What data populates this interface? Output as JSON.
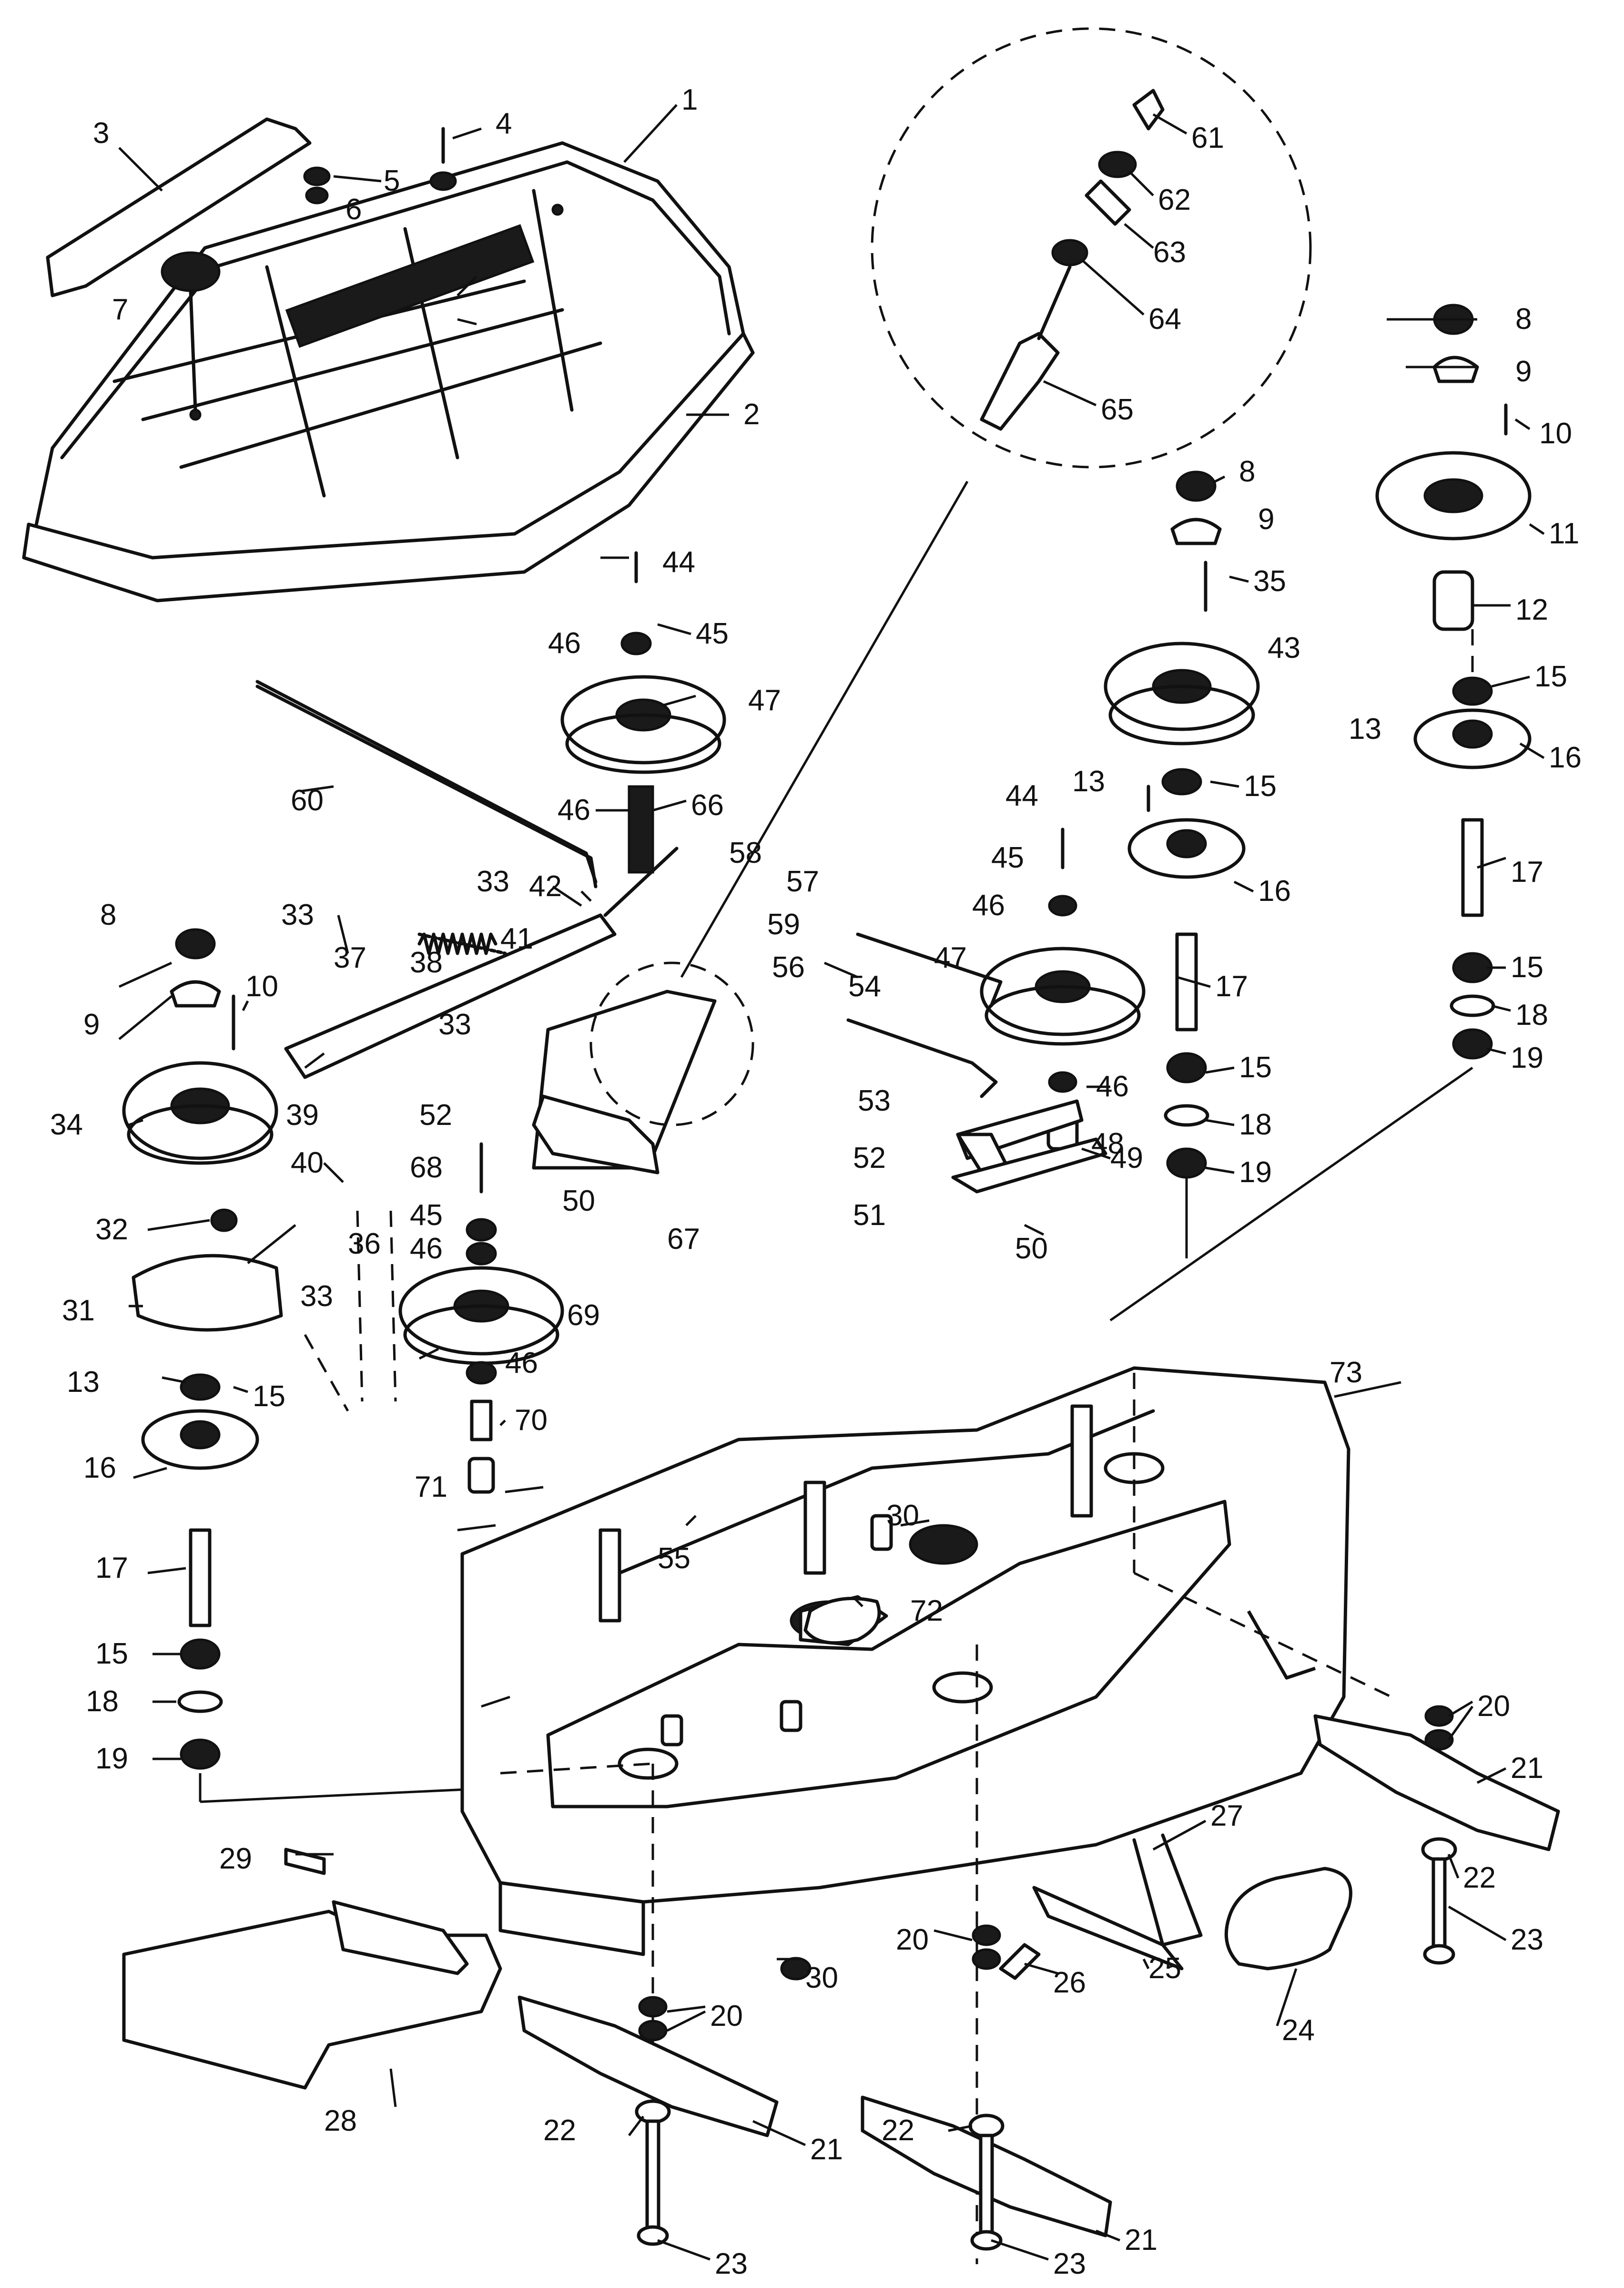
{
  "diagram": {
    "callouts": [
      {
        "id": "c1",
        "text": "1"
      },
      {
        "id": "c2",
        "text": "2"
      },
      {
        "id": "c3",
        "text": "3"
      },
      {
        "id": "c4",
        "text": "4"
      },
      {
        "id": "c5",
        "text": "5"
      },
      {
        "id": "c6",
        "text": "6"
      },
      {
        "id": "c7",
        "text": "7"
      },
      {
        "id": "c8a",
        "text": "8"
      },
      {
        "id": "c8b",
        "text": "8"
      },
      {
        "id": "c8c",
        "text": "8"
      },
      {
        "id": "c9a",
        "text": "9"
      },
      {
        "id": "c9b",
        "text": "9"
      },
      {
        "id": "c9c",
        "text": "9"
      },
      {
        "id": "c10a",
        "text": "10"
      },
      {
        "id": "c10b",
        "text": "10"
      },
      {
        "id": "c11",
        "text": "11"
      },
      {
        "id": "c12",
        "text": "12"
      },
      {
        "id": "c13a",
        "text": "13"
      },
      {
        "id": "c13b",
        "text": "13"
      },
      {
        "id": "c13c",
        "text": "13"
      },
      {
        "id": "c15a",
        "text": "15"
      },
      {
        "id": "c15b",
        "text": "15"
      },
      {
        "id": "c15c",
        "text": "15"
      },
      {
        "id": "c15d",
        "text": "15"
      },
      {
        "id": "c15e",
        "text": "15"
      },
      {
        "id": "c15f",
        "text": "15"
      },
      {
        "id": "c16a",
        "text": "16"
      },
      {
        "id": "c16b",
        "text": "16"
      },
      {
        "id": "c16c",
        "text": "16"
      },
      {
        "id": "c17a",
        "text": "17"
      },
      {
        "id": "c17b",
        "text": "17"
      },
      {
        "id": "c17c",
        "text": "17"
      },
      {
        "id": "c18a",
        "text": "18"
      },
      {
        "id": "c18b",
        "text": "18"
      },
      {
        "id": "c18c",
        "text": "18"
      },
      {
        "id": "c19a",
        "text": "19"
      },
      {
        "id": "c19b",
        "text": "19"
      },
      {
        "id": "c19c",
        "text": "19"
      },
      {
        "id": "c20a",
        "text": "20"
      },
      {
        "id": "c20b",
        "text": "20"
      },
      {
        "id": "c20c",
        "text": "20"
      },
      {
        "id": "c21a",
        "text": "21"
      },
      {
        "id": "c21b",
        "text": "21"
      },
      {
        "id": "c21c",
        "text": "21"
      },
      {
        "id": "c22a",
        "text": "22"
      },
      {
        "id": "c22b",
        "text": "22"
      },
      {
        "id": "c22c",
        "text": "22"
      },
      {
        "id": "c23a",
        "text": "23"
      },
      {
        "id": "c23b",
        "text": "23"
      },
      {
        "id": "c23c",
        "text": "23"
      },
      {
        "id": "c24",
        "text": "24"
      },
      {
        "id": "c25",
        "text": "25"
      },
      {
        "id": "c26",
        "text": "26"
      },
      {
        "id": "c27",
        "text": "27"
      },
      {
        "id": "c28",
        "text": "28"
      },
      {
        "id": "c29",
        "text": "29"
      },
      {
        "id": "c30a",
        "text": "30"
      },
      {
        "id": "c30b",
        "text": "30"
      },
      {
        "id": "c31",
        "text": "31"
      },
      {
        "id": "c32",
        "text": "32"
      },
      {
        "id": "c33a",
        "text": "33"
      },
      {
        "id": "c33b",
        "text": "33"
      },
      {
        "id": "c33c",
        "text": "33"
      },
      {
        "id": "c33d",
        "text": "33"
      },
      {
        "id": "c34",
        "text": "34"
      },
      {
        "id": "c35",
        "text": "35"
      },
      {
        "id": "c36",
        "text": "36"
      },
      {
        "id": "c37",
        "text": "37"
      },
      {
        "id": "c38",
        "text": "38"
      },
      {
        "id": "c39",
        "text": "39"
      },
      {
        "id": "c40",
        "text": "40"
      },
      {
        "id": "c41",
        "text": "41"
      },
      {
        "id": "c42",
        "text": "42"
      },
      {
        "id": "c43",
        "text": "43"
      },
      {
        "id": "c44a",
        "text": "44"
      },
      {
        "id": "c44b",
        "text": "44"
      },
      {
        "id": "c45a",
        "text": "45"
      },
      {
        "id": "c45b",
        "text": "45"
      },
      {
        "id": "c45c",
        "text": "45"
      },
      {
        "id": "c46a",
        "text": "46"
      },
      {
        "id": "c46b",
        "text": "46"
      },
      {
        "id": "c46c",
        "text": "46"
      },
      {
        "id": "c46d",
        "text": "46"
      },
      {
        "id": "c46e",
        "text": "46"
      },
      {
        "id": "c46f",
        "text": "46"
      },
      {
        "id": "c47a",
        "text": "47"
      },
      {
        "id": "c47b",
        "text": "47"
      },
      {
        "id": "c48",
        "text": "48"
      },
      {
        "id": "c49",
        "text": "49"
      },
      {
        "id": "c50a",
        "text": "50"
      },
      {
        "id": "c50b",
        "text": "50"
      },
      {
        "id": "c51",
        "text": "51"
      },
      {
        "id": "c52a",
        "text": "52"
      },
      {
        "id": "c52b",
        "text": "52"
      },
      {
        "id": "c53",
        "text": "53"
      },
      {
        "id": "c54",
        "text": "54"
      },
      {
        "id": "c55",
        "text": "55"
      },
      {
        "id": "c56",
        "text": "56"
      },
      {
        "id": "c57",
        "text": "57"
      },
      {
        "id": "c58",
        "text": "58"
      },
      {
        "id": "c59",
        "text": "59"
      },
      {
        "id": "c60",
        "text": "60"
      },
      {
        "id": "c61",
        "text": "61"
      },
      {
        "id": "c62",
        "text": "62"
      },
      {
        "id": "c63",
        "text": "63"
      },
      {
        "id": "c64",
        "text": "64"
      },
      {
        "id": "c65",
        "text": "65"
      },
      {
        "id": "c66",
        "text": "66"
      },
      {
        "id": "c67",
        "text": "67"
      },
      {
        "id": "c68",
        "text": "68"
      },
      {
        "id": "c69",
        "text": "69"
      },
      {
        "id": "c70",
        "text": "70"
      },
      {
        "id": "c71",
        "text": "71"
      },
      {
        "id": "c72",
        "text": "72"
      },
      {
        "id": "c73",
        "text": "73"
      }
    ]
  }
}
